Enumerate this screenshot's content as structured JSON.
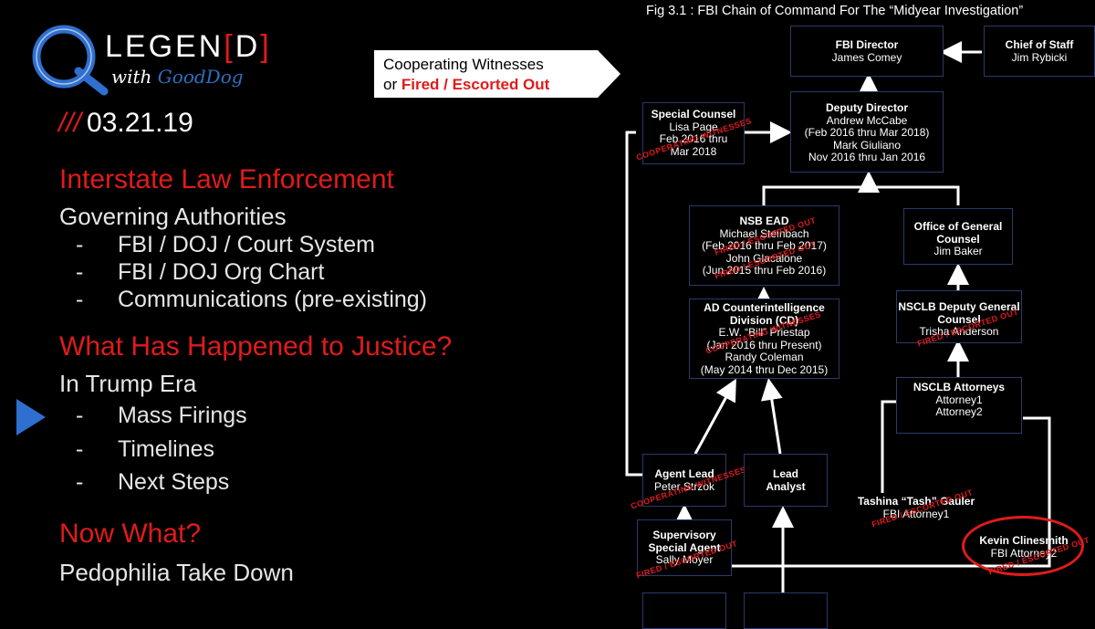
{
  "brand": {
    "logo_letter": "Q",
    "name_prefix": "LEGEN",
    "name_bracket_open": "[",
    "name_letter": "D",
    "name_bracket_close": "]",
    "tagline_with": "with",
    "tagline_name": "GoodDog"
  },
  "date": {
    "slashes": "///",
    "value": "03.21.19"
  },
  "agenda": {
    "sec1_title": "Interstate Law Enforcement",
    "sec1_sub": "Governing Authorities",
    "sec1_items": [
      "FBI / DOJ / Court System",
      "FBI / DOJ Org Chart",
      "Communications (pre-existing)"
    ],
    "sec2_title": "What Has Happened to Justice?",
    "sec2_sub": "In Trump Era",
    "sec2_items": [
      "Mass Firings",
      "Timelines",
      "Next Steps"
    ],
    "sec3_title": "Now What?",
    "sec3_sub": "Pedophilia Take Down",
    "dash": "-"
  },
  "callout": {
    "line1": "Cooperating Witnesses",
    "line2_prefix": "or ",
    "line2_red": "Fired / Escorted Out"
  },
  "figure": {
    "caption": "Fig 3.1 :   FBI Chain of Command For The “Midyear Investigation”"
  },
  "chart": {
    "director": {
      "title": "FBI Director",
      "lines": [
        "James Comey"
      ]
    },
    "chief": {
      "title": "Chief of Staff",
      "lines": [
        "Jim Rybicki"
      ]
    },
    "deputy": {
      "title": "Deputy Director",
      "lines": [
        "Andrew McCabe",
        "(Feb 2016 thru Mar 2018)",
        "Mark Giuliano",
        "Nov 2016 thru Jan 2016"
      ]
    },
    "counsel": {
      "title": "Special Counsel",
      "lines": [
        "Lisa Page",
        "Feb 2016 thru",
        "Mar 2018"
      ]
    },
    "nsb": {
      "title": "NSB EAD",
      "lines": [
        "Michael Steinbach",
        "(Feb 2016 thru Feb 2017)",
        "John Glacalone",
        "(Jun 2015 thru Feb 2016)"
      ]
    },
    "ogc": {
      "title": "Office of General Counsel",
      "lines": [
        "Jim Baker"
      ]
    },
    "adci": {
      "title": "AD Counterintelligence Division (CD)",
      "lines": [
        "E.W. “Bill” Priestap",
        "(Jan 2016 thru Present)",
        "Randy Coleman",
        "(May 2014 thru Dec 2015)"
      ]
    },
    "nsclb_dep": {
      "title": "NSCLB Deputy General Counsel",
      "lines": [
        "Trisha Anderson"
      ]
    },
    "nsclb_att": {
      "title": "NSCLB Attorneys",
      "lines": [
        "Attorney1",
        "Attorney2"
      ]
    },
    "agent": {
      "title": "Agent Lead",
      "lines": [
        "Peter Strzok"
      ]
    },
    "analyst": {
      "title": "Lead Analyst",
      "lines": []
    },
    "tashina": {
      "title": "Tashina “Tash” Gauler",
      "lines": [
        "FBI Attorney1"
      ]
    },
    "ssa": {
      "title": "Supervisory Special Agent",
      "lines": [
        "Sally Moyer"
      ]
    },
    "kevin": {
      "title": "Kevin Clinesmith",
      "lines": [
        "FBI Attorney2"
      ]
    }
  },
  "stamps": {
    "coop": "COOPERATING WITNESSES",
    "fired": "FIRED / ESCORTED OUT"
  },
  "colors": {
    "accent_red": "#e01b1b",
    "accent_blue": "#2f6fcf",
    "background": "#000000",
    "box_border": "#2a3a6a"
  }
}
